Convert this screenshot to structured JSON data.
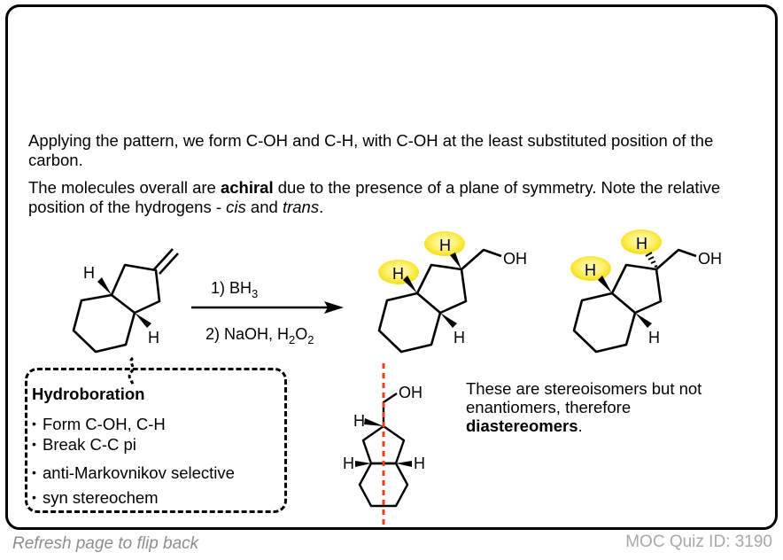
{
  "text": {
    "p1": "Applying the pattern, we form C-OH and C-H, with C-OH at the least substituted position of the carbon.",
    "p2_before": "The molecules overall are ",
    "p2_bold": "achiral",
    "p2_middle": " due to the presence of a plane of symmetry. Note the relative position of the hydrogens - ",
    "p2_cis": "cis",
    "p2_and": " and ",
    "p2_trans": "trans",
    "p2_end": "."
  },
  "reaction": {
    "reagent_1_prefix": "1) BH",
    "reagent_1_sub": "3",
    "reagent_2_prefix": "2) NaOH, H",
    "reagent_2_sub1": "2",
    "reagent_2_mid": "O",
    "reagent_2_sub2": "2",
    "atom_H": "H",
    "atom_OH": "OH"
  },
  "callout": {
    "title": "Hydroboration",
    "bullet_glyph": "•",
    "bullets": [
      "Form C-OH, C-H",
      "Break C-C pi",
      "anti-Markovnikov selective",
      "syn stereochem"
    ]
  },
  "note": {
    "line": "These are stereoisomers but not enantiomers, therefore",
    "bold": "diastereomers",
    "end": "."
  },
  "footer": {
    "left": "Refresh page to flip back",
    "right": "MOC Quiz ID: 3190"
  },
  "colors": {
    "highlight_center": "#FFFBC2",
    "highlight_edge": "#F2DB00",
    "symmetry_line": "#F03C1E",
    "footer_left": "#8e8e8e",
    "footer_right": "#a8a8a8"
  }
}
